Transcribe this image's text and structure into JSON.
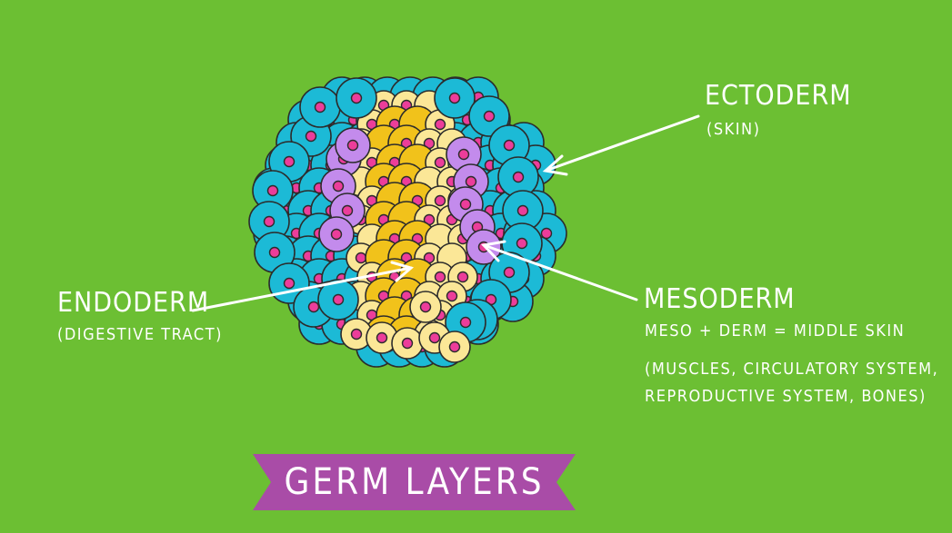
{
  "colors": {
    "background": "#6cbf33",
    "ectoderm": "#1cbad6",
    "mesoderm": "#c38bec",
    "endoderm_light": "#fbe797",
    "endoderm_dark": "#f1c21b",
    "nucleus": "#ec3d9a",
    "banner": "#a94ca7",
    "outline": "#2c2c2c"
  },
  "labels": {
    "ectoderm": {
      "title": "ECTODERM",
      "note": "(SKIN)"
    },
    "mesoderm": {
      "title": "MESODERM",
      "formula": "MESO + DERM = MIDDLE SKIN",
      "note_line1": "(MUSCLES, CIRCULATORY SYSTEM,",
      "note_line2": "REPRODUCTIVE SYSTEM, BONES)"
    },
    "endoderm": {
      "title": "ENDODERM",
      "note": "(DIGESTIVE TRACT)"
    }
  },
  "banner": {
    "text": "GERM LAYERS"
  }
}
